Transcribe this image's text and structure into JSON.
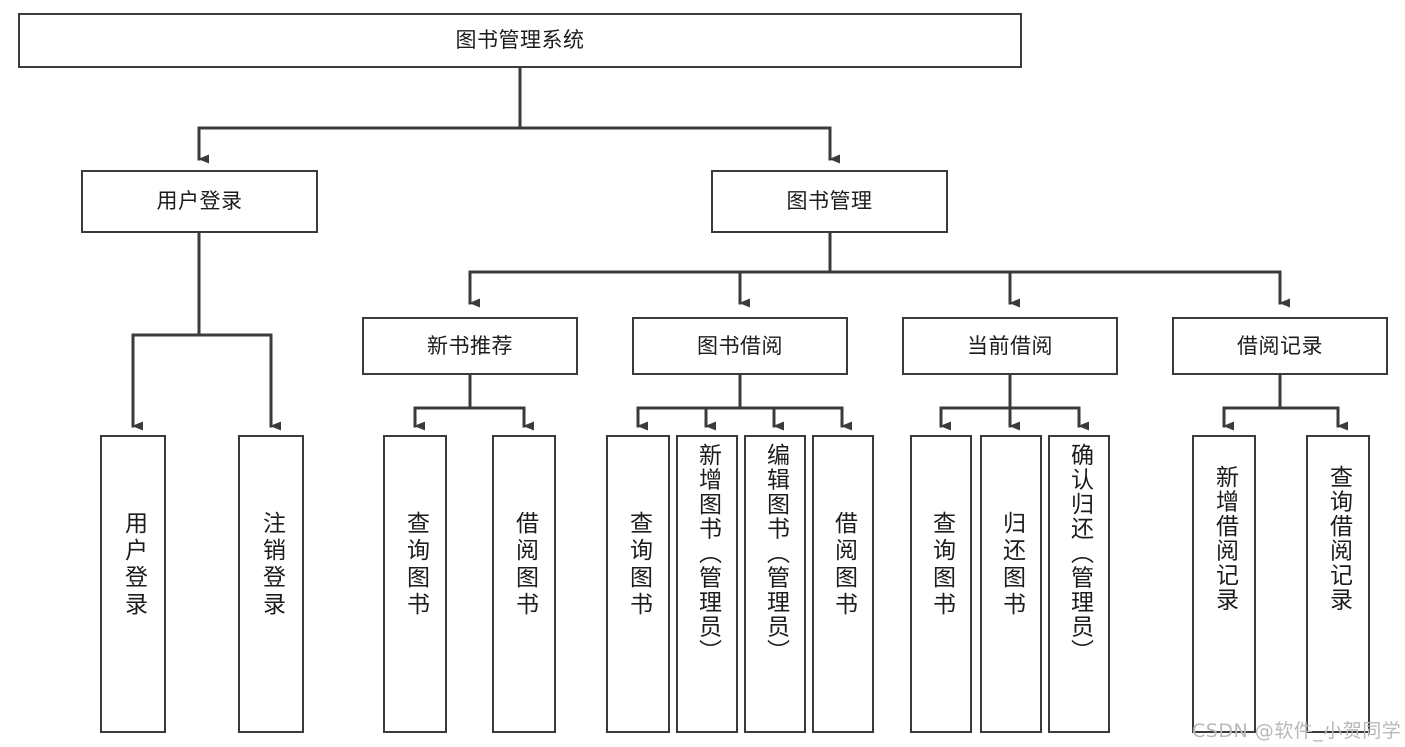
{
  "diagram": {
    "title": "图书管理系统",
    "type": "hierarchy-tree",
    "watermark": "CSDN @软件_小贺同学",
    "colors": {
      "border": "#3b3b3b",
      "background": "#ffffff",
      "text": "#1c1c1c",
      "watermark": "#b8b8b8"
    },
    "nodes": {
      "root": {
        "label": "图书管理系统"
      },
      "level2": [
        {
          "id": "user-login",
          "label": "用户登录"
        },
        {
          "id": "book-management",
          "label": "图书管理"
        }
      ],
      "level3": [
        {
          "id": "new-book-recommend",
          "label": "新书推荐"
        },
        {
          "id": "book-borrow",
          "label": "图书借阅"
        },
        {
          "id": "current-borrow",
          "label": "当前借阅"
        },
        {
          "id": "borrow-record",
          "label": "借阅记录"
        }
      ],
      "leaves": {
        "user_login": [
          {
            "id": "leaf-user-login",
            "label": "用户登录"
          },
          {
            "id": "leaf-logout-login",
            "label": "注销登录"
          }
        ],
        "new_book_recommend": [
          {
            "id": "leaf-query-book-1",
            "label": "查询图书"
          },
          {
            "id": "leaf-borrow-book-1",
            "label": "借阅图书"
          }
        ],
        "book_borrow": [
          {
            "id": "leaf-query-book-2",
            "label": "查询图书"
          },
          {
            "id": "leaf-add-book",
            "label": "新增图书（管理员）"
          },
          {
            "id": "leaf-edit-book",
            "label": "编辑图书（管理员）"
          },
          {
            "id": "leaf-borrow-book-2",
            "label": "借阅图书"
          }
        ],
        "current_borrow": [
          {
            "id": "leaf-query-book-3",
            "label": "查询图书"
          },
          {
            "id": "leaf-return-book",
            "label": "归还图书"
          },
          {
            "id": "leaf-confirm-return",
            "label": "确认归还（管理员）"
          }
        ],
        "borrow_record": [
          {
            "id": "leaf-add-record",
            "label": "新增借阅记录"
          },
          {
            "id": "leaf-query-record",
            "label": "查询借阅记录"
          }
        ]
      }
    }
  }
}
